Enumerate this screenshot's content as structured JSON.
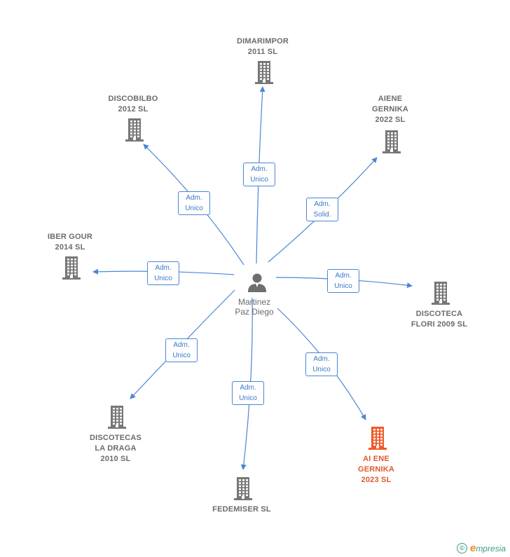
{
  "colors": {
    "edge": "#4a87d6",
    "building": "#777777",
    "building_highlight": "#f05a28",
    "text": "#6b6b6b",
    "highlight_text": "#e0582d"
  },
  "center": {
    "label": "Martinez\nPaz Diego",
    "icon": "person-icon"
  },
  "companies": [
    {
      "id": "dimarimpor",
      "label": "DIMARIMPOR\n2011 SL",
      "role": "Adm.\nUnico",
      "highlight": false
    },
    {
      "id": "discobilbo",
      "label": "DISCOBILBO\n2012 SL",
      "role": "Adm.\nUnico",
      "highlight": false
    },
    {
      "id": "aiene",
      "label": "AIENE\nGERNIKA\n2022  SL",
      "role": "Adm.\nSolid.",
      "highlight": false
    },
    {
      "id": "ibergour",
      "label": "IBER GOUR\n2014  SL",
      "role": "Adm.\nUnico",
      "highlight": false
    },
    {
      "id": "discoteca-flori",
      "label": "DISCOTECA\nFLORI 2009 SL",
      "role": "Adm.\nUnico",
      "highlight": false
    },
    {
      "id": "discotecas-la-draga",
      "label": "DISCOTECAS\nLA DRAGA\n2010 SL",
      "role": "Adm.\nUnico",
      "highlight": false
    },
    {
      "id": "fedemiser",
      "label": "FEDEMISER SL",
      "role": "Adm.\nUnico",
      "highlight": false
    },
    {
      "id": "ai-ene",
      "label": "AI ENE\nGERNIKA\n2023  SL",
      "role": "Adm.\nUnico",
      "highlight": true
    }
  ],
  "footer": {
    "copyright_symbol": "©",
    "brand_initial": "e",
    "brand_rest": "mpresia"
  }
}
